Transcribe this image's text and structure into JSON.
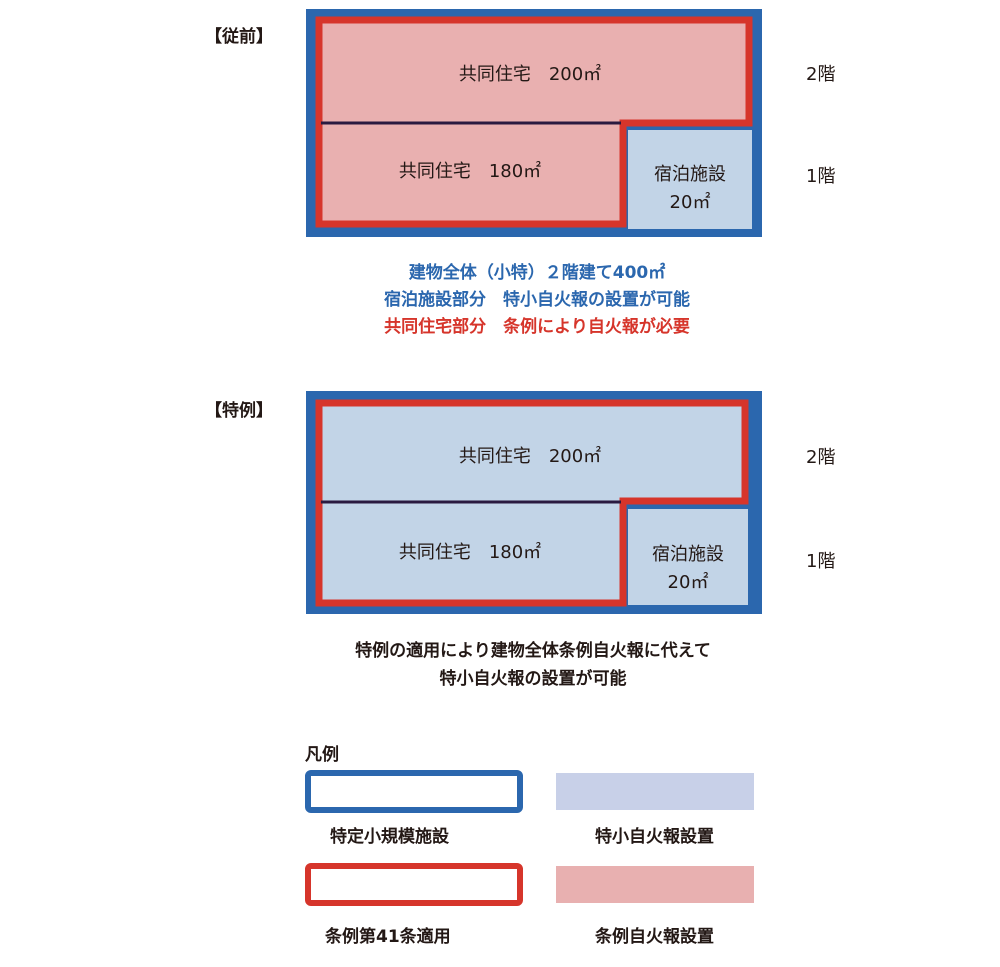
{
  "colors": {
    "blue_border": "#2b67ae",
    "red_border": "#d6352b",
    "pink_fill": "#e9b0b0",
    "lightblue_fill": "#c2d4e7",
    "legend_blue_fill": "#c8d0e8",
    "legend_pink_fill": "#e8b0b0",
    "divider": "#2a1a40"
  },
  "before": {
    "label": "【従前】",
    "floor2": "2階",
    "floor1": "1階",
    "apt2": "共同住宅　200㎡",
    "apt1": "共同住宅　180㎡",
    "lodging_name": "宿泊施設",
    "lodging_area": "20㎡",
    "notes": [
      "建物全体（小特）２階建て400㎡",
      "宿泊施設部分　特小自火報の設置が可能",
      "共同住宅部分　条例により自火報が必要"
    ]
  },
  "special": {
    "label": "【特例】",
    "floor2": "2階",
    "floor1": "1階",
    "apt2": "共同住宅　200㎡",
    "apt1": "共同住宅　180㎡",
    "lodging_name": "宿泊施設",
    "lodging_area": "20㎡",
    "notes": [
      "特例の適用により建物全体条例自火報に代えて",
      "特小自火報の設置が可能"
    ]
  },
  "legend": {
    "title": "凡例",
    "items": [
      "特定小規模施設",
      "特小自火報設置",
      "条例第41条適用",
      "条例自火報設置"
    ]
  }
}
